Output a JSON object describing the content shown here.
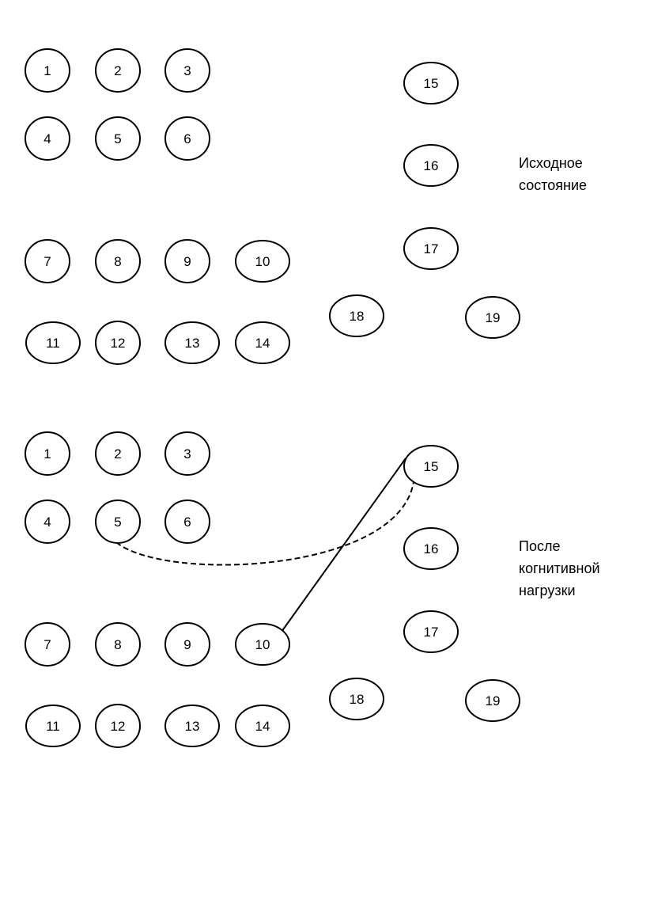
{
  "panels": [
    {
      "caption_lines": [
        "Исходное",
        "состояние"
      ],
      "nodes": [
        "1",
        "2",
        "3",
        "4",
        "5",
        "6",
        "7",
        "8",
        "9",
        "10",
        "11",
        "12",
        "13",
        "14",
        "15",
        "16",
        "17",
        "18",
        "19"
      ],
      "links": []
    },
    {
      "caption_lines": [
        "После",
        "когнитивной",
        "нагрузки"
      ],
      "nodes": [
        "1",
        "2",
        "3",
        "4",
        "5",
        "6",
        "7",
        "8",
        "9",
        "10",
        "11",
        "12",
        "13",
        "14",
        "15",
        "16",
        "17",
        "18",
        "19"
      ],
      "links": [
        {
          "from": "10",
          "to": "15",
          "style": "solid"
        },
        {
          "from": "5",
          "to": "15",
          "style": "dashed"
        }
      ]
    }
  ]
}
